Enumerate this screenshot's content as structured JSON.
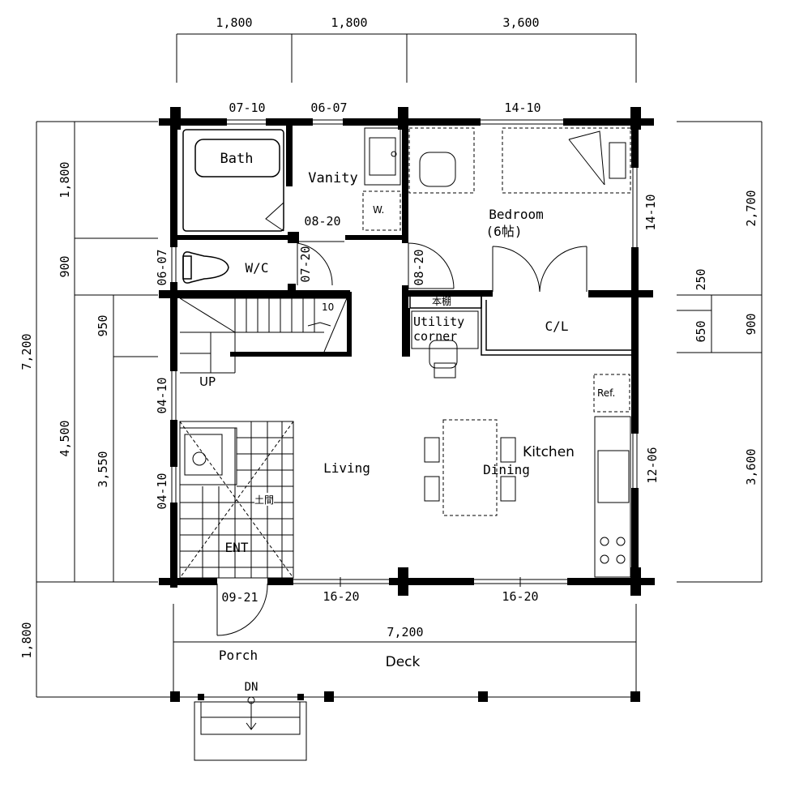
{
  "dimensions": {
    "top": [
      "1,800",
      "1,800",
      "3,600"
    ],
    "left_outer": [
      "7,200",
      "1,800"
    ],
    "left_mid": [
      "1,800",
      "900",
      "4,500"
    ],
    "left_inner": [
      "950",
      "3,550"
    ],
    "right_outer": [
      "2,700",
      "900",
      "3,600"
    ],
    "right_inner": [
      "250",
      "650"
    ],
    "deck_width": "7,200"
  },
  "openings": {
    "bath_window": "07-10",
    "vanity_window": "06-07",
    "bedroom_window_top": "14-10",
    "bedroom_window_right": "14-10",
    "vanity_door": "08-20",
    "wc_door": "07-20",
    "wc_window": "06-07",
    "bedroom_door": "08-20",
    "living_window_1": "04-10",
    "living_window_2": "04-10",
    "kitchen_window": "12-06",
    "entrance_door": "09-21",
    "sliding_door_1": "16-20",
    "sliding_door_2": "16-20"
  },
  "rooms": {
    "bath": "Bath",
    "vanity": "Vanity",
    "washer": "W.",
    "wc": "W/C",
    "bedroom": "Bedroom",
    "bedroom_size": "(6帖)",
    "shelf": "本棚",
    "utility_line1": "Utility",
    "utility_line2": "corner",
    "closet": "C/L",
    "stair_up": "UP",
    "stair_number": "10",
    "refrigerator": "Ref.",
    "living": "Living",
    "kitchen": "Kitchen",
    "dining": "Dining",
    "doma": "土間",
    "entrance": "ENT",
    "porch": "Porch",
    "deck": "Deck",
    "stair_down": "DN"
  }
}
